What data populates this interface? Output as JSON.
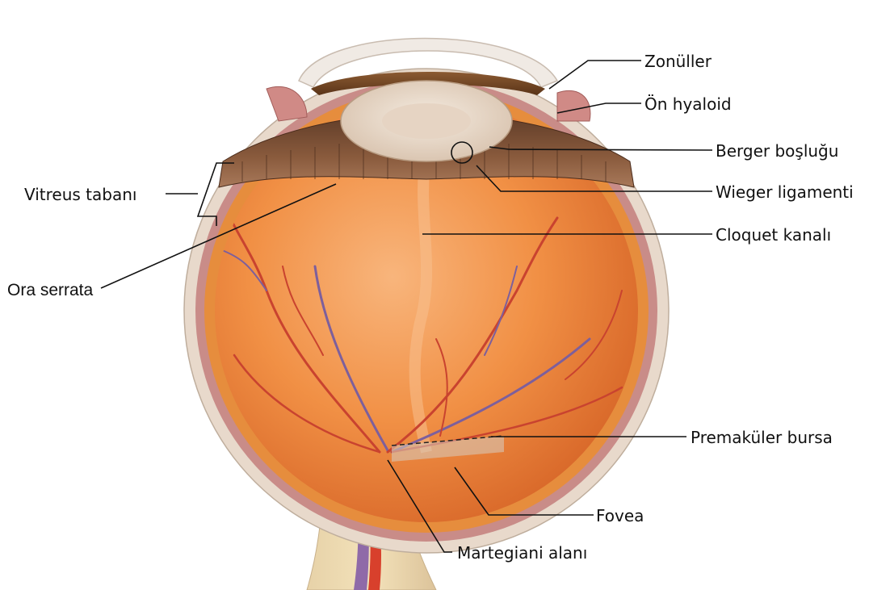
{
  "labels": {
    "zonuller": "Zonüller",
    "on_hyaloid": "Ön hyaloid",
    "berger": "Berger boşluğu",
    "wieger": "Wieger ligamenti",
    "cloquet": "Cloquet kanalı",
    "vitreus": "Vitreus tabanı",
    "ora": "Ora serrata",
    "premakuler": "Premaküler bursa",
    "fovea": "Fovea",
    "martegiani": "Martegiani alanı"
  },
  "colors": {
    "sclera": "#e7d7c8",
    "choroid": "#c98a86",
    "retina_band": "#e58a3a",
    "vitreous": "#f08a3c",
    "vitreous_light": "#f7b47a",
    "ciliary": "#7a5238",
    "lens": "#efe2d4",
    "artery": "#c9432f",
    "vein": "#7a5f9a",
    "optic_nerve": "#ecd39a"
  }
}
